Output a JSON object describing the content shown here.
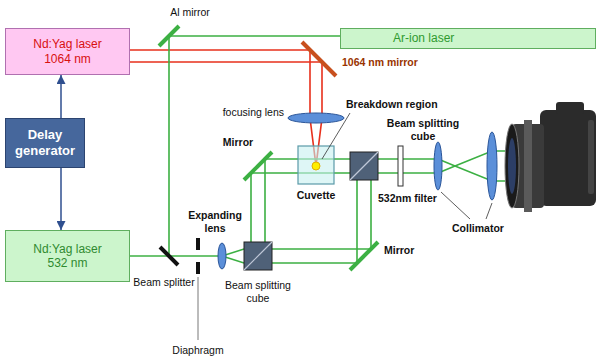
{
  "diagram": {
    "nodes": [
      {
        "text": [
          "Nd:Yag laser 1064 nm"
        ]
      },
      {
        "text": [
          "Ar-ion laser"
        ]
      },
      {
        "text": [
          "Delay generator"
        ]
      },
      {
        "text": [
          "Nd:Yag laser 532 nm"
        ]
      }
    ],
    "edges": [
      {
        "from": 2,
        "to": 0,
        "arrow": "to"
      },
      {
        "from": 2,
        "to": 3,
        "arrow": "to"
      }
    ],
    "labels": [
      "Al mirror",
      "1064 nm mirror",
      "focusing lens",
      "Breakdown region",
      "Beam splitting cube",
      "Mirror",
      "Cuvette",
      "532nm filter",
      "Collimator",
      "Expanding lens",
      "Mirror",
      "Beam splitter",
      "Beam splitting cube",
      "Diaphragm"
    ]
  }
}
